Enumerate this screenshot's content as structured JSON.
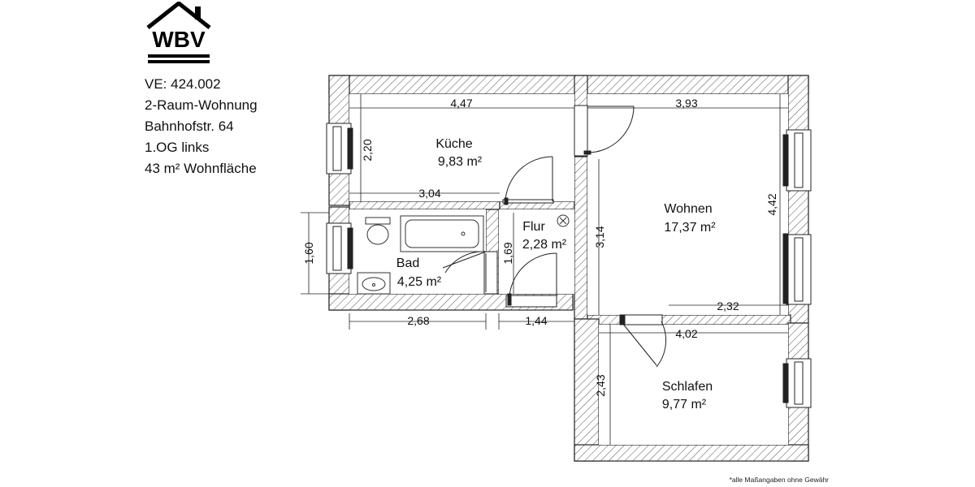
{
  "logo": {
    "text": "WBV"
  },
  "info": {
    "ve": "VE: 424.002",
    "type": "2-Raum-Wohnung",
    "street": "Bahnhofstr. 64",
    "floor": "1.OG links",
    "area": "43 m² Wohnfläche"
  },
  "rooms": [
    {
      "key": "kueche",
      "name": "Küche",
      "area": "9,83 m²"
    },
    {
      "key": "flur",
      "name": "Flur",
      "area": "2,28 m²"
    },
    {
      "key": "bad",
      "name": "Bad",
      "area": "4,25 m²"
    },
    {
      "key": "wohnen",
      "name": "Wohnen",
      "area": "17,37 m²"
    },
    {
      "key": "schlafen",
      "name": "Schlafen",
      "area": "9,77 m²"
    }
  ],
  "dimensions": {
    "kueche_width": "4,47",
    "kueche_depth": "2,20",
    "kueche_lower": "3,04",
    "wohnen_width": "3,93",
    "wohnen_depth": "4,42",
    "flur_wall": "3,14",
    "wohnen_lower": "2,32",
    "bad_height": "1,60",
    "flur_height": "1,69",
    "bad_width": "2,68",
    "flur_width": "1,44",
    "schlafen_width": "4,02",
    "schlafen_depth": "2,43"
  },
  "disclaimer": "*alle Maßangaben ohne Gewähr"
}
